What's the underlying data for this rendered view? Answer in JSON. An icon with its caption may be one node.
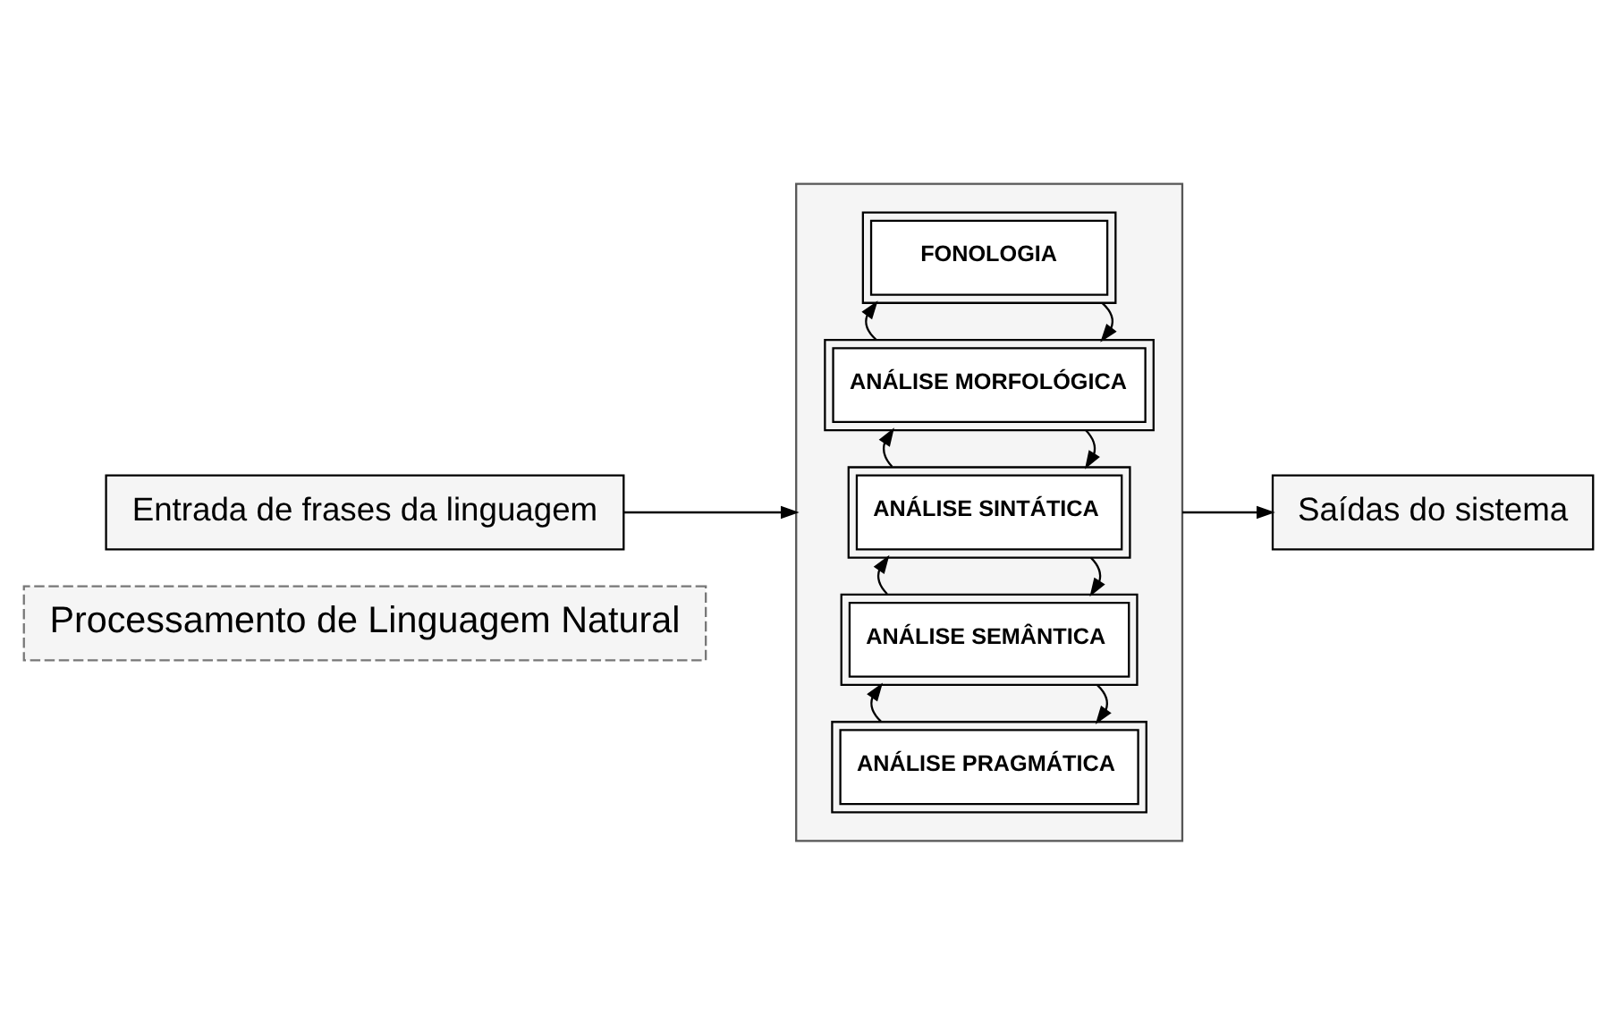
{
  "diagram": {
    "nodes": [
      {
        "text": [
          "Processamento de Linguagem Natural"
        ]
      },
      {
        "text": [
          "Entrada de frases da linguagem"
        ]
      },
      {
        "text": [],
        "shape": "box"
      },
      {
        "text": [
          "FONOLOGIA"
        ],
        "in": 2
      },
      {
        "text": [
          "ANÁLISE MORFOLÓGICA"
        ],
        "in": 2
      },
      {
        "text": [
          "ANÁLISE SINTÁTICA"
        ],
        "in": 2
      },
      {
        "text": [
          "ANÁLISE SEMÂNTICA"
        ],
        "in": 2
      },
      {
        "text": [
          "ANÁLISE PRAGMÁTICA"
        ],
        "in": 2
      },
      {
        "text": [
          "Saídas do sistema"
        ]
      }
    ],
    "edges": [
      {
        "from": 1,
        "to": 2,
        "arrow": "to"
      },
      {
        "from": 3,
        "to": 4,
        "arrow": "to"
      },
      {
        "from": 4,
        "to": 3,
        "arrow": "to"
      },
      {
        "from": 4,
        "to": 5,
        "arrow": "to"
      },
      {
        "from": 5,
        "to": 4,
        "arrow": "to"
      },
      {
        "from": 5,
        "to": 6,
        "arrow": "to"
      },
      {
        "from": 6,
        "to": 5,
        "arrow": "to"
      },
      {
        "from": 6,
        "to": 7,
        "arrow": "to"
      },
      {
        "from": 7,
        "to": 6,
        "arrow": "to"
      },
      {
        "from": 2,
        "to": 8,
        "arrow": "to"
      }
    ]
  }
}
